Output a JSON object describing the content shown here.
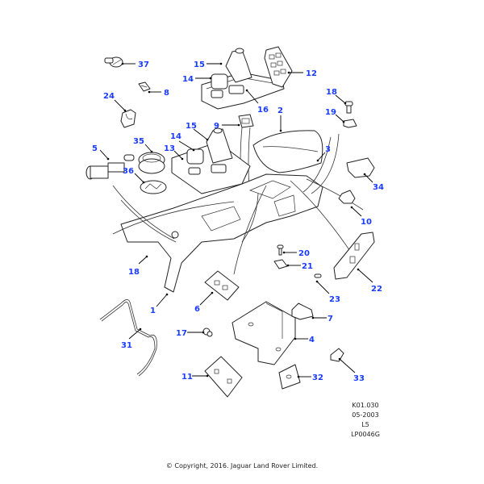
{
  "diagram": {
    "title": "Console assembly exploded parts view",
    "callout_color": "#1a3cff",
    "callouts": [
      {
        "id": "37",
        "label": "37",
        "part": "fastener-clip"
      },
      {
        "id": "8",
        "label": "8",
        "part": "small-clip"
      },
      {
        "id": "24",
        "label": "24",
        "part": "bracket-cover"
      },
      {
        "id": "15a",
        "label": "15",
        "part": "gaiter-upper"
      },
      {
        "id": "14a",
        "label": "14",
        "part": "transfer-gaiter-upper"
      },
      {
        "id": "12",
        "label": "12",
        "part": "switch-panel"
      },
      {
        "id": "16",
        "label": "16",
        "part": "bezel-finisher"
      },
      {
        "id": "18a",
        "label": "18",
        "part": "screw-right"
      },
      {
        "id": "19",
        "label": "19",
        "part": "nut-clip"
      },
      {
        "id": "9",
        "label": "9",
        "part": "switch"
      },
      {
        "id": "2",
        "label": "2",
        "part": "armrest-lid"
      },
      {
        "id": "15b",
        "label": "15",
        "part": "gaiter-lower"
      },
      {
        "id": "14b",
        "label": "14",
        "part": "transfer-gaiter-lower"
      },
      {
        "id": "13",
        "label": "13",
        "part": "gear-lever-surround"
      },
      {
        "id": "35",
        "label": "35",
        "part": "cup-holder-ring"
      },
      {
        "id": "5",
        "label": "5",
        "part": "cigar-lighter"
      },
      {
        "id": "36",
        "label": "36",
        "part": "ashtray-insert"
      },
      {
        "id": "3",
        "label": "3",
        "part": "hinge"
      },
      {
        "id": "34",
        "label": "34",
        "part": "stowage-box"
      },
      {
        "id": "10",
        "label": "10",
        "part": "latch"
      },
      {
        "id": "20",
        "label": "20",
        "part": "screw"
      },
      {
        "id": "21",
        "label": "21",
        "part": "spire-nut"
      },
      {
        "id": "22",
        "label": "22",
        "part": "rear-switch-panel"
      },
      {
        "id": "23",
        "label": "23",
        "part": "self-tapping-screw"
      },
      {
        "id": "18b",
        "label": "18",
        "part": "screw-left"
      },
      {
        "id": "1",
        "label": "1",
        "part": "console-body"
      },
      {
        "id": "6",
        "label": "6",
        "part": "switch-pack"
      },
      {
        "id": "7",
        "label": "7",
        "part": "end-cap"
      },
      {
        "id": "4",
        "label": "4",
        "part": "mounting-bracket"
      },
      {
        "id": "31",
        "label": "31",
        "part": "wiring-harness"
      },
      {
        "id": "17",
        "label": "17",
        "part": "grommet"
      },
      {
        "id": "11",
        "label": "11",
        "part": "switch-plate"
      },
      {
        "id": "32",
        "label": "32",
        "part": "pad"
      },
      {
        "id": "33",
        "label": "33",
        "part": "clip-bracket"
      }
    ]
  },
  "reference": {
    "code": "K01.030",
    "date": "05-2003",
    "level": "L5",
    "illustration_id": "LP0046G"
  },
  "footer": {
    "copyright": "© Copyright, 2016. Jaguar Land Rover Limited."
  }
}
